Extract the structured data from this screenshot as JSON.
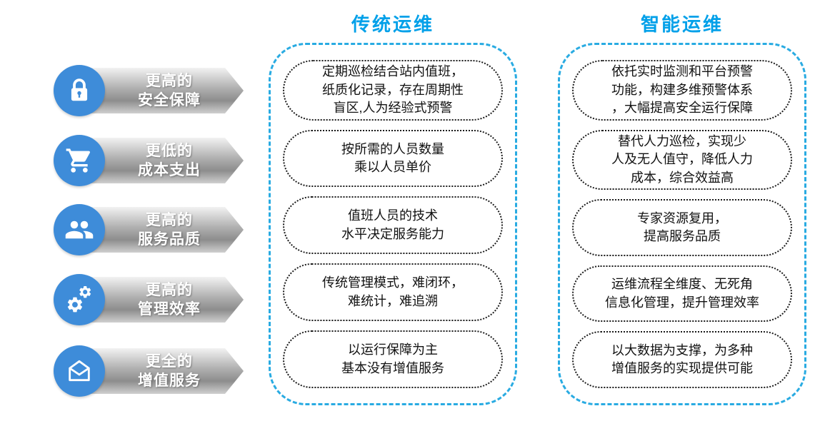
{
  "columns": [
    {
      "title": "传统运维",
      "bubbles": [
        {
          "lines": [
            "定期巡检结合站内值班，",
            "纸质化记录，存在周期性",
            "盲区,人为经验式预警"
          ]
        },
        {
          "lines": [
            "按所需的人员数量",
            "乘以人员单价"
          ]
        },
        {
          "lines": [
            "值班人员的技术",
            "水平决定服务能力"
          ]
        },
        {
          "lines": [
            "传统管理模式，难闭环，",
            "难统计，难追溯"
          ]
        },
        {
          "lines": [
            "以运行保障为主",
            "基本没有增值服务"
          ]
        }
      ]
    },
    {
      "title": "智能运维",
      "bubbles": [
        {
          "lines": [
            "依托实时监测和平台预警",
            "功能，构建多维预警体系",
            "，大幅提高安全运行保障"
          ]
        },
        {
          "lines": [
            "替代人力巡检，实现少",
            "人及无人值守，降低人力",
            "成本，综合效益高"
          ]
        },
        {
          "lines": [
            "专家资源复用，",
            "提高服务品质"
          ]
        },
        {
          "lines": [
            "运维流程全维度、无死角",
            "信息化管理，提升管理效率"
          ]
        },
        {
          "lines": [
            "以大数据为支撑，为多种",
            "增值服务的实现提供可能"
          ]
        }
      ]
    }
  ],
  "categories": [
    {
      "icon": "lock-icon",
      "lines": [
        "更高的",
        "安全保障"
      ]
    },
    {
      "icon": "cart-icon",
      "lines": [
        "更低的",
        "成本支出"
      ]
    },
    {
      "icon": "users-icon",
      "lines": [
        "更高的",
        "服务品质"
      ]
    },
    {
      "icon": "gears-icon",
      "lines": [
        "更高的",
        "管理效率"
      ]
    },
    {
      "icon": "envelope-icon",
      "lines": [
        "更全的",
        "增值服务"
      ]
    }
  ],
  "colors": {
    "title_blue": "#00A0E9",
    "dashed_border_blue": "#29ABE2",
    "icon_circle_blue": "#3E8CD9",
    "bubble_border": "#1a1a1a",
    "arrow_text": "#ffffff"
  }
}
